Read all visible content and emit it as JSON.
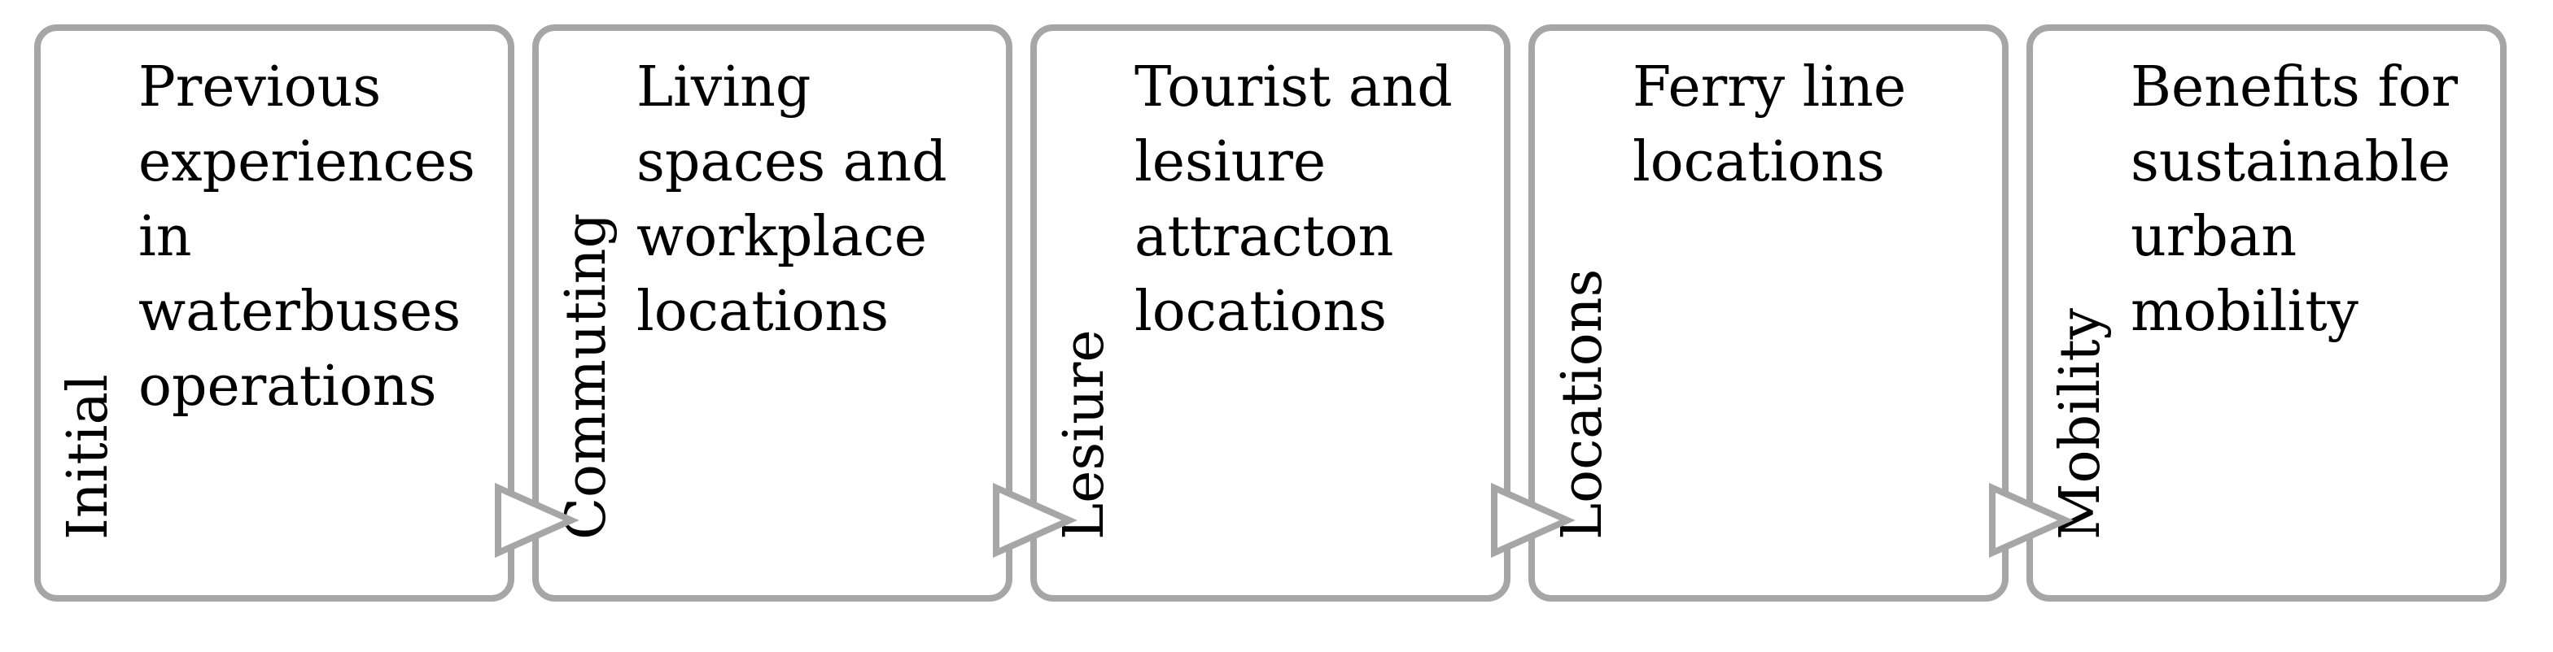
{
  "colors": {
    "box_border": "#a6a6a6",
    "arrow_fill": "#ffffff",
    "arrow_stroke": "#a6a6a6",
    "text": "#000000"
  },
  "steps": [
    {
      "label": "Initial",
      "text": "Previous experiences in waterbuses operations"
    },
    {
      "label": "Commuting",
      "text": "Living spaces and workplace locations"
    },
    {
      "label": "Lesiure",
      "text": "Tourist and lesiure attracton locations"
    },
    {
      "label": "Locations",
      "text": "Ferry line locations"
    },
    {
      "label": "Mobility",
      "text": "Benefits for sustainable urban mobility"
    }
  ]
}
